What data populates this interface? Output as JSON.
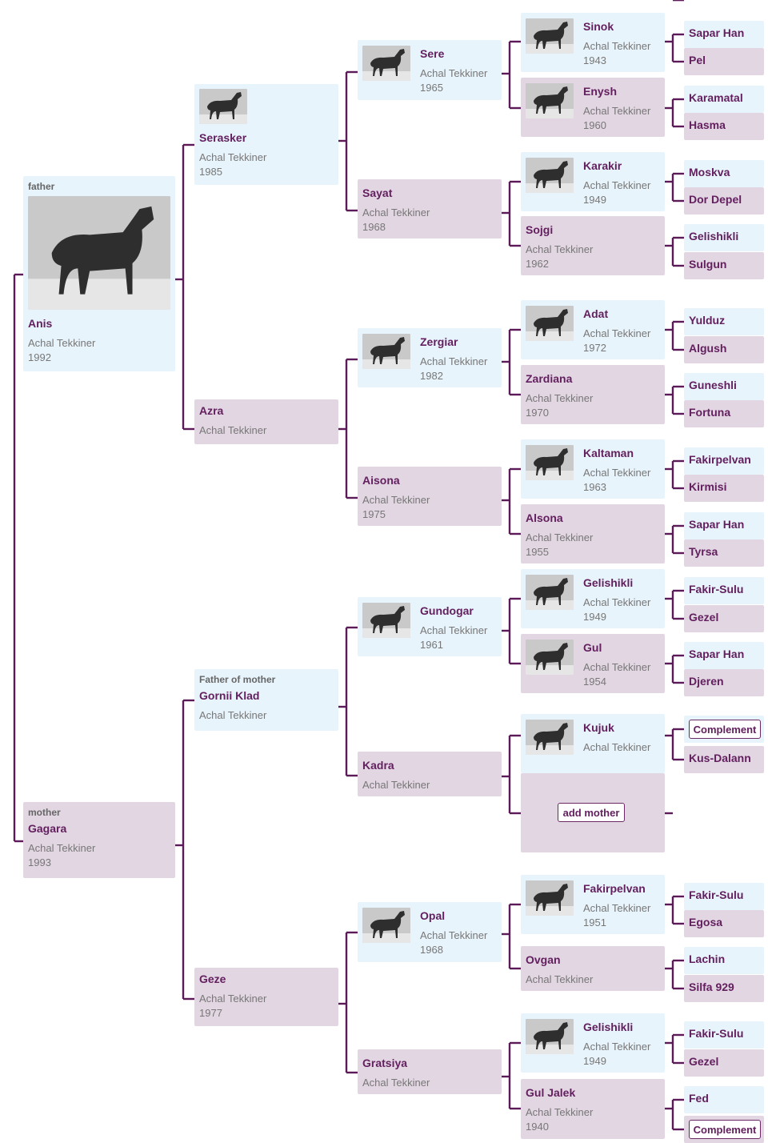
{
  "colors": {
    "male_bg": "#e8f4fc",
    "female_bg": "#e3d6e3",
    "name": "#63205f",
    "line": "#5d1a58"
  },
  "subject": {
    "father": {
      "role": "father",
      "name": "Anis",
      "breed": "Achal Tekkiner",
      "year": "1992",
      "photo": "bay-horse-photo"
    },
    "mother": {
      "role": "mother",
      "name": "Gagara",
      "breed": "Achal Tekkiner",
      "year": "1993"
    }
  },
  "gen2": {
    "f": {
      "name": "Serasker",
      "breed": "Achal Tekkiner",
      "year": "1985",
      "photo": "horse-photo"
    },
    "m": {
      "name": "Azra",
      "breed": "Achal Tekkiner"
    },
    "mf": {
      "role": "Father of mother",
      "name": "Gornii Klad",
      "breed": "Achal Tekkiner"
    },
    "mm": {
      "name": "Geze",
      "breed": "Achal Tekkiner",
      "year": "1977"
    }
  },
  "gen3": {
    "ff": {
      "name": "Sere",
      "breed": "Achal Tekkiner",
      "year": "1965",
      "photo": "horse-photo"
    },
    "fm": {
      "name": "Sayat",
      "breed": "Achal Tekkiner",
      "year": "1968"
    },
    "mf": {
      "name": "Zergiar",
      "breed": "Achal Tekkiner",
      "year": "1982",
      "photo": "horse-photo"
    },
    "mm": {
      "name": "Aisona",
      "breed": "Achal Tekkiner",
      "year": "1975"
    },
    "gf": {
      "name": "Gundogar",
      "breed": "Achal Tekkiner",
      "year": "1961",
      "photo": "horse-photo"
    },
    "gm": {
      "name": "Kadra",
      "breed": "Achal Tekkiner"
    },
    "hf": {
      "name": "Opal",
      "breed": "Achal Tekkiner",
      "year": "1968",
      "photo": "horse-photo"
    },
    "hm": {
      "name": "Gratsiya",
      "breed": "Achal Tekkiner"
    }
  },
  "gen4": [
    {
      "name": "Sinok",
      "breed": "Achal Tekkiner",
      "year": "1943",
      "photo": "horse-photo"
    },
    {
      "name": "Enysh",
      "breed": "Achal Tekkiner",
      "year": "1960",
      "photo": "horse-photo"
    },
    {
      "name": "Karakir",
      "breed": "Achal Tekkiner",
      "year": "1949",
      "photo": "horse-photo"
    },
    {
      "name": "Sojgi",
      "breed": "Achal Tekkiner",
      "year": "1962"
    },
    {
      "name": "Adat",
      "breed": "Achal Tekkiner",
      "year": "1972",
      "photo": "horse-photo"
    },
    {
      "name": "Zardiana",
      "breed": "Achal Tekkiner",
      "year": "1970"
    },
    {
      "name": "Kaltaman",
      "breed": "Achal Tekkiner",
      "year": "1963",
      "photo": "horse-photo"
    },
    {
      "name": "Alsona",
      "breed": "Achal Tekkiner",
      "year": "1955"
    },
    {
      "name": "Gelishikli",
      "breed": "Achal Tekkiner",
      "year": "1949",
      "photo": "horse-photo"
    },
    {
      "name": "Gul",
      "breed": "Achal Tekkiner",
      "year": "1954",
      "photo": "horse-photo"
    },
    {
      "name": "Kujuk",
      "breed": "Achal Tekkiner",
      "photo": "horse-photo"
    },
    {
      "add_label": "add mother"
    },
    {
      "name": "Fakirpelvan",
      "breed": "Achal Tekkiner",
      "year": "1951",
      "photo": "horse-photo"
    },
    {
      "name": "Ovgan",
      "breed": "Achal Tekkiner"
    },
    {
      "name": "Gelishikli",
      "breed": "Achal Tekkiner",
      "year": "1949",
      "photo": "horse-photo"
    },
    {
      "name": "Gul Jalek",
      "breed": "Achal Tekkiner",
      "year": "1940"
    }
  ],
  "gen5": [
    {
      "name": "Sapar Han"
    },
    {
      "name": "Pel"
    },
    {
      "name": "Karamatal"
    },
    {
      "name": "Hasma"
    },
    {
      "name": "Moskva"
    },
    {
      "name": "Dor Depel"
    },
    {
      "name": "Gelishikli"
    },
    {
      "name": "Sulgun"
    },
    {
      "name": "Yulduz"
    },
    {
      "name": "Algush"
    },
    {
      "name": "Guneshli"
    },
    {
      "name": "Fortuna"
    },
    {
      "name": "Fakirpelvan"
    },
    {
      "name": "Kirmisi"
    },
    {
      "name": "Sapar Han"
    },
    {
      "name": "Tyrsa"
    },
    {
      "name": "Fakir-Sulu"
    },
    {
      "name": "Gezel"
    },
    {
      "name": "Sapar Han"
    },
    {
      "name": "Djeren"
    },
    {
      "button": "Complement"
    },
    {
      "name": "Kus-Dalann"
    },
    {
      "name": "Fakir-Sulu"
    },
    {
      "name": "Egosa"
    },
    {
      "name": "Lachin"
    },
    {
      "name": "Silfa 929"
    },
    {
      "name": "Fakir-Sulu"
    },
    {
      "name": "Gezel"
    },
    {
      "name": "Fed"
    },
    {
      "button": "Complement"
    }
  ]
}
